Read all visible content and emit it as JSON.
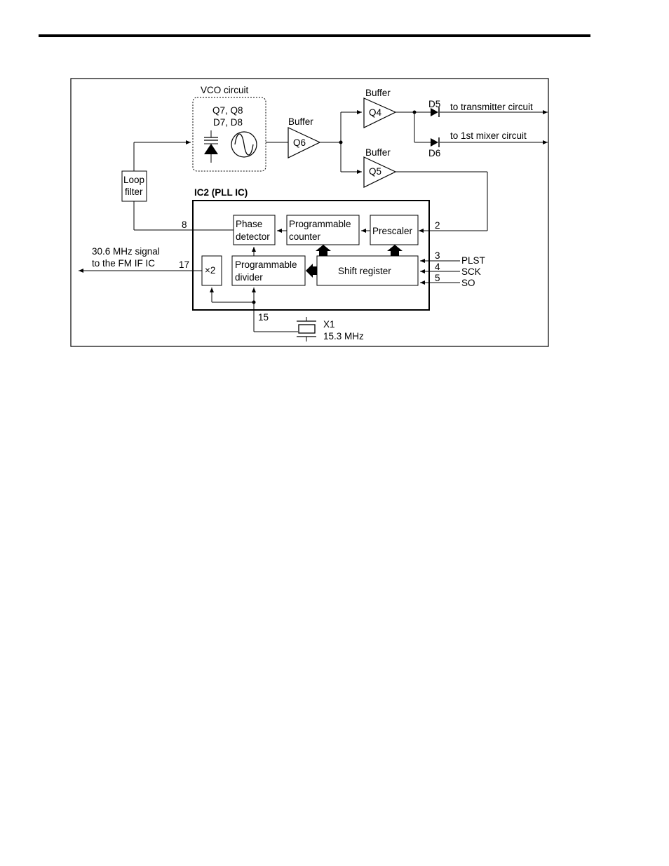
{
  "vco": {
    "title": "VCO circuit",
    "transistors": "Q7, Q8",
    "diodes": "D7, D8"
  },
  "buffers": {
    "label_q6": "Buffer",
    "q6": "Q6",
    "label_q4": "Buffer",
    "q4": "Q4",
    "label_q5": "Buffer",
    "q5": "Q5"
  },
  "diodes_out": {
    "d5": "D5",
    "d6": "D6",
    "out_tx": "to transmitter circuit",
    "out_mixer": "to 1st mixer circuit"
  },
  "loop_filter": {
    "line1": "Loop",
    "line2": "filter"
  },
  "ic": {
    "title": "IC2 (PLL IC)",
    "phase_detector": {
      "line1": "Phase",
      "line2": "detector"
    },
    "prog_counter": {
      "line1": "Programmable",
      "line2": "counter"
    },
    "prescaler": "Prescaler",
    "doubler": "×2",
    "prog_divider": {
      "line1": "Programmable",
      "line2": "divider"
    },
    "shift_register": "Shift register"
  },
  "pins": {
    "p8": "8",
    "p2": "2",
    "p3": "3",
    "p4": "4",
    "p5": "5",
    "p17": "17",
    "p15": "15"
  },
  "signals": {
    "plst": "PLST",
    "sck": "SCK",
    "so": "SO"
  },
  "if_output": {
    "line1": "30.6 MHz signal",
    "line2": "to the FM IF IC"
  },
  "crystal": {
    "ref": "X1",
    "freq": "15.3 MHz"
  }
}
